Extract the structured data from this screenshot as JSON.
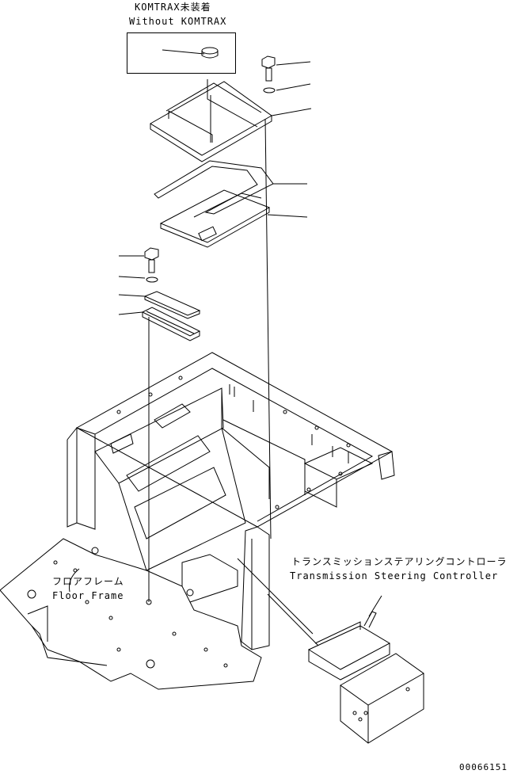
{
  "note": {
    "title_jp": "KOMTRAX未装着",
    "title_en": "Without KOMTRAX"
  },
  "labels": {
    "floor_frame_jp": "フロアフレーム",
    "floor_frame_en": "Floor Frame",
    "controller_jp": "トランスミッションステアリングコントローラ",
    "controller_en": "Transmission Steering Controller"
  },
  "drawing_number": "00066151"
}
